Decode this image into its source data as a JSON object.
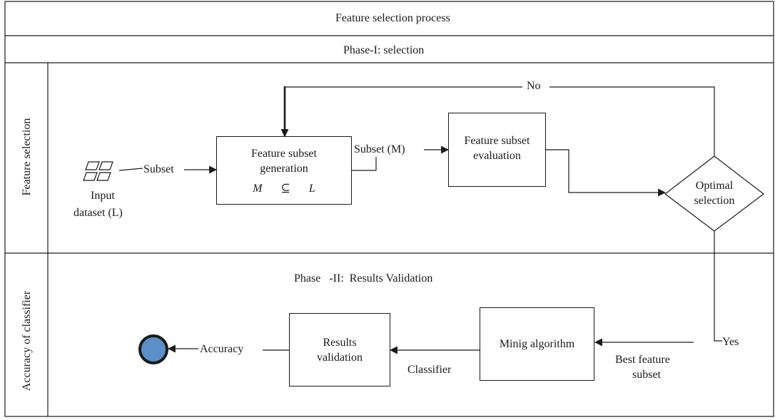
{
  "colors": {
    "line": "#1a1a1a",
    "end_fill": "#5b8fc7"
  },
  "header": {
    "title": "Feature selection process"
  },
  "phase1": {
    "title": "Phase-I: selection",
    "lane_label": "Feature selection"
  },
  "phase2": {
    "title": "Phase   -II:  Results Validation",
    "lane_label": "Accuracy of classifier"
  },
  "nodes": {
    "input_dataset": {
      "icon": "dataset-grid-icon",
      "label_line1": "Input",
      "label_line2": "dataset (L)"
    },
    "generation": {
      "line1": "Feature subset",
      "line2": "generation",
      "math_m": "M",
      "math_op": "⊆",
      "math_l": "L"
    },
    "evaluation": {
      "line1": "Feature subset",
      "line2": "evaluation"
    },
    "optimal": {
      "line1": "Optimal",
      "line2": "selection"
    },
    "mining": {
      "label": "Minig algorithm"
    },
    "validation": {
      "line1": "Results",
      "line2": "validation"
    },
    "end": {
      "icon": "end-event-icon"
    }
  },
  "edges": {
    "subset": "Subset",
    "subset_m": "Subset (M)",
    "no": "No",
    "yes": "Yes",
    "best_line1": "Best feature",
    "best_line2": "subset",
    "classifier": "Classifier",
    "accuracy": "Accuracy"
  }
}
